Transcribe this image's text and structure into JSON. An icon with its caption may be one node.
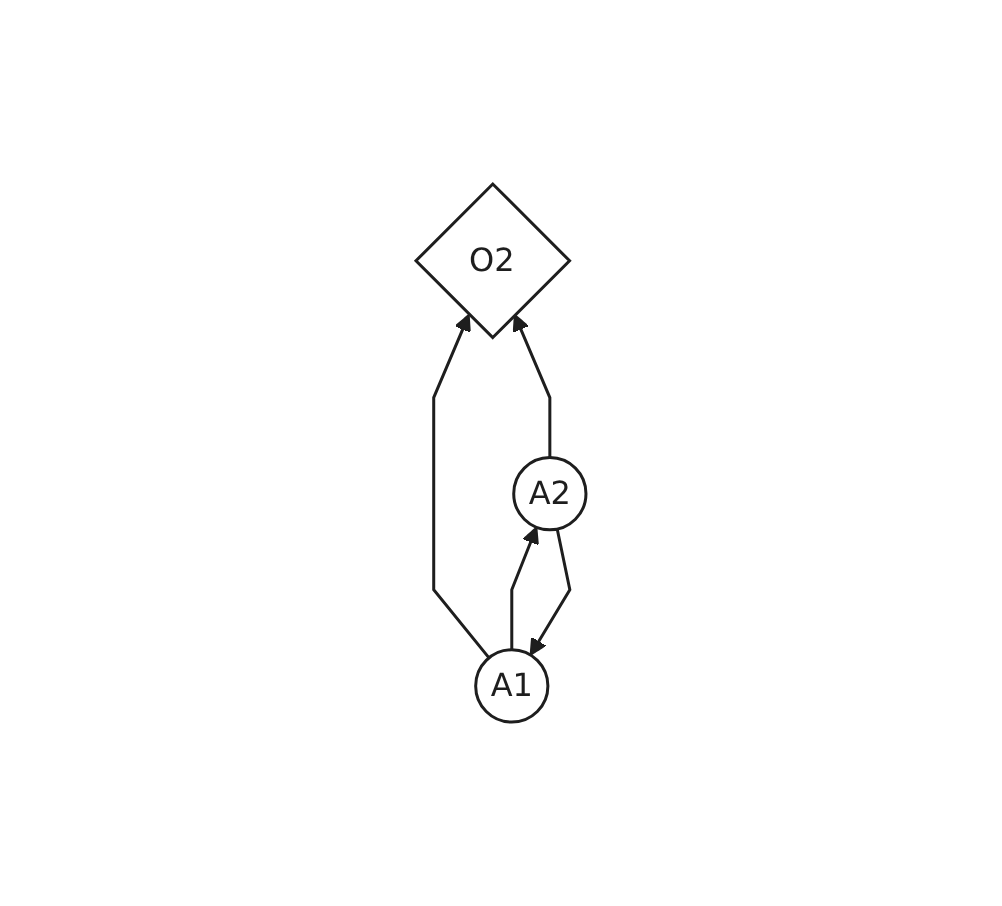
{
  "diagram": {
    "nodes": [
      {
        "text": [
          "O2"
        ]
      },
      {
        "text": [
          "A1"
        ]
      },
      {
        "text": [
          "A2"
        ]
      }
    ],
    "edges": [
      {
        "from": 1,
        "to": 0,
        "arrow": "to"
      },
      {
        "from": 2,
        "to": 0,
        "arrow": "to"
      },
      {
        "from": 1,
        "to": 2,
        "arrow": "to"
      },
      {
        "from": 2,
        "to": 1,
        "arrow": "to"
      }
    ]
  }
}
